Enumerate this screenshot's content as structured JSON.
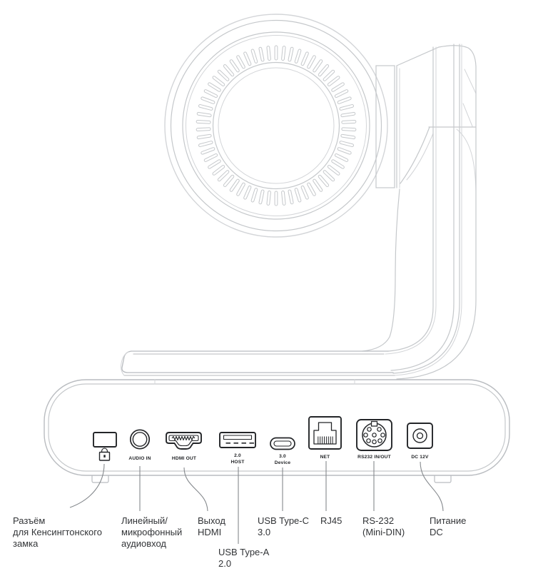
{
  "colors": {
    "body_line": "#c5c8cb",
    "port_ink": "#232528",
    "leader_line": "#85898d",
    "callout_text": "#323437",
    "background": "#ffffff"
  },
  "ports": {
    "kensington": {
      "icon": "kensington-lock-icon"
    },
    "audio_in": {
      "label": "AUDIO IN"
    },
    "hdmi_out": {
      "label": "HDMI OUT"
    },
    "usb_a": {
      "label_line1": "2.0",
      "label_line2": "HOST"
    },
    "usb_c": {
      "label_line1": "3.0",
      "label_line2": "Device"
    },
    "net": {
      "label": "NET"
    },
    "rs232": {
      "label": "RS232 IN/OUT"
    },
    "dc": {
      "label": "DC 12V"
    }
  },
  "annotations": {
    "kensington": {
      "lines": [
        "Разъём",
        "для Кенсингтонского",
        "замка"
      ]
    },
    "audio": {
      "lines": [
        "Линейный/",
        "микрофонный",
        "аудиовход"
      ]
    },
    "hdmi": {
      "lines": [
        "Выход",
        "HDMI"
      ]
    },
    "usb_a": {
      "lines": [
        "USB Type-A",
        "2.0"
      ]
    },
    "usb_c": {
      "lines": [
        "USB Type-C",
        "3.0"
      ]
    },
    "rj45": {
      "lines": [
        "RJ45"
      ]
    },
    "rs232": {
      "lines": [
        "RS-232",
        "(Mini-DIN)"
      ]
    },
    "dc": {
      "lines": [
        "Питание",
        "DC"
      ]
    }
  }
}
